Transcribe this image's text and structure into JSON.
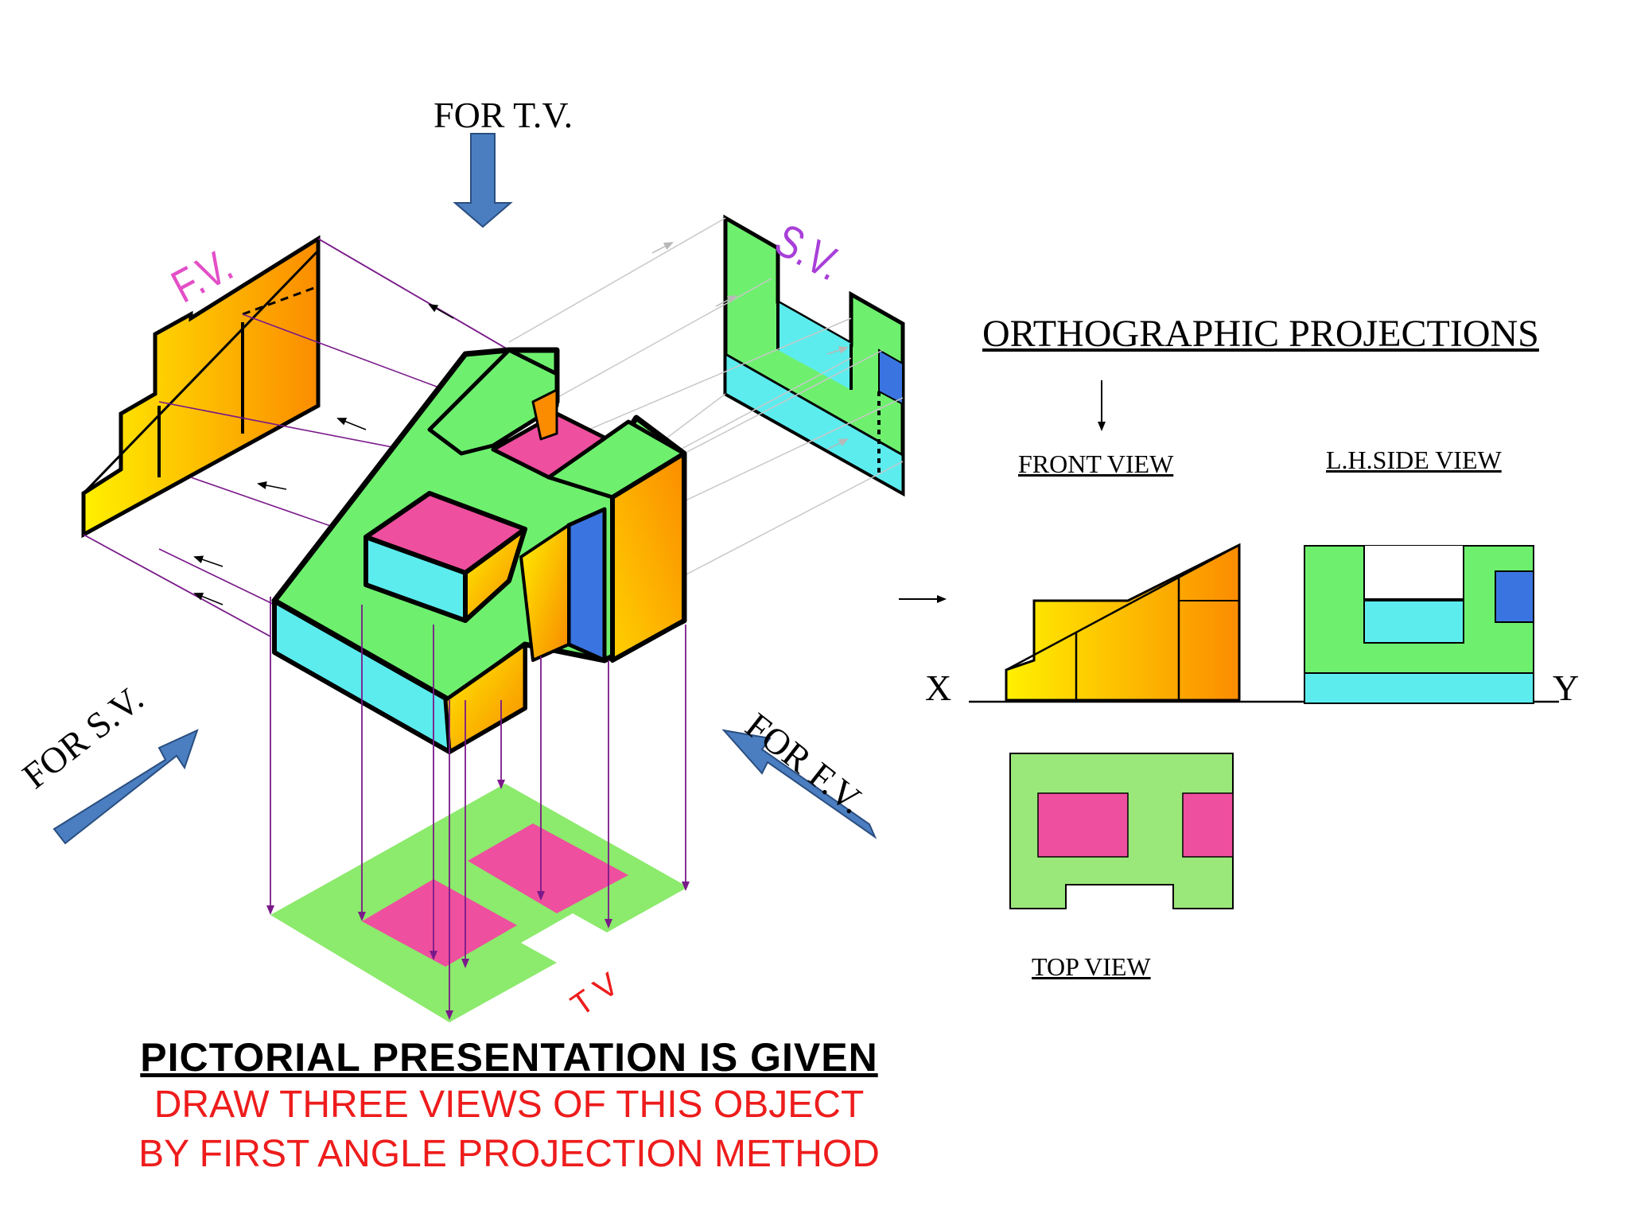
{
  "pictorial": {
    "label_for_tv": "FOR T.V.",
    "label_for_sv": "FOR S.V.",
    "label_for_fv": "FOR F.V.",
    "label_fv": "F.V.",
    "label_sv": "S.V.",
    "label_tv": "T V"
  },
  "orthographic": {
    "title": "ORTHOGRAPHIC PROJECTIONS",
    "front_view": "FRONT VIEW",
    "side_view": "L.H.SIDE VIEW",
    "top_view": "TOP VIEW",
    "x_label": "X",
    "y_label": "Y"
  },
  "instructions": {
    "line1": "PICTORIAL PRESENTATION IS GIVEN",
    "line2": "DRAW THREE VIEWS OF THIS OBJECT",
    "line3": "BY FIRST ANGLE PROJECTION METHOD"
  },
  "colors": {
    "green": "#6ef06e",
    "light_green": "#9be87a",
    "pink": "#ee4f9e",
    "cyan": "#5cecee",
    "blue": "#3a74e0",
    "orange": "#fb8c00",
    "yellow": "#ffe400",
    "arrow_blue": "#4a7ec0",
    "projector": "#7a1a8a",
    "accent_red": "#ee1c1c"
  }
}
